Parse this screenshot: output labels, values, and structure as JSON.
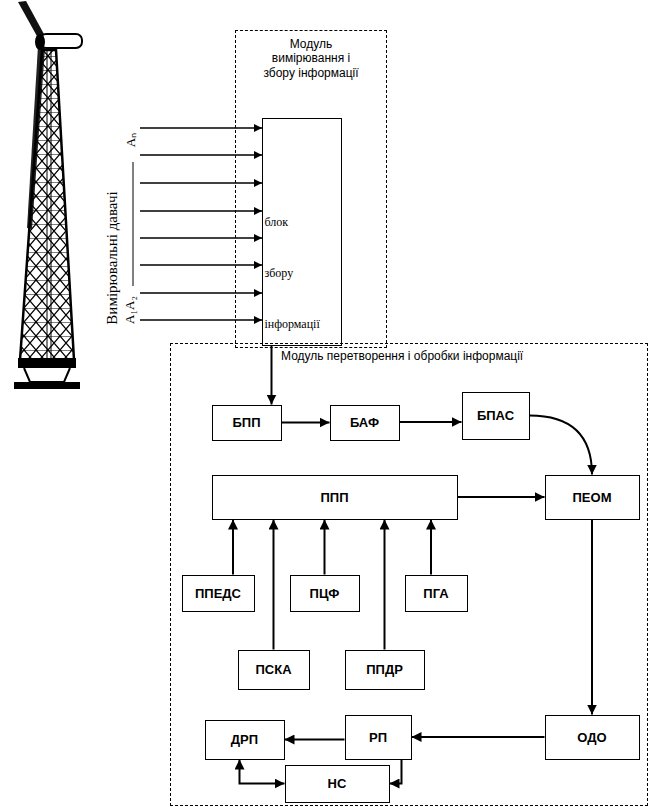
{
  "diagram": {
    "nodes": [
      {
        "text": [
          "Модуль вимірювання і збору інформації"
        ]
      },
      {
        "text": [
          "блок збору інформації"
        ],
        "in": 0
      },
      {
        "text": [
          "Модуль перетворення і обробки інформації"
        ]
      },
      {
        "text": [
          "БПП"
        ],
        "in": 2
      },
      {
        "text": [
          "БАФ"
        ],
        "in": 2
      },
      {
        "text": [
          "БПАС"
        ],
        "in": 2
      },
      {
        "text": [
          "ППП"
        ],
        "in": 2
      },
      {
        "text": [
          "ПЕОМ"
        ],
        "in": 2
      },
      {
        "text": [
          "ППЕДС"
        ],
        "in": 2
      },
      {
        "text": [
          "ПЦФ"
        ],
        "in": 2
      },
      {
        "text": [
          "ПГА"
        ],
        "in": 2
      },
      {
        "text": [
          "ПСКА"
        ],
        "in": 2
      },
      {
        "text": [
          "ППДР"
        ],
        "in": 2
      },
      {
        "text": [
          "ДРП"
        ],
        "in": 2
      },
      {
        "text": [
          "РП"
        ],
        "in": 2
      },
      {
        "text": [
          "ОДО"
        ],
        "in": 2
      },
      {
        "text": [
          "НС"
        ],
        "in": 2
      }
    ],
    "edges": [
      {
        "from": 1,
        "to": 3,
        "arrow": "to"
      },
      {
        "from": 3,
        "to": 4,
        "arrow": "to"
      },
      {
        "from": 4,
        "to": 5,
        "arrow": "to"
      },
      {
        "from": 5,
        "to": 7,
        "arrow": "to"
      },
      {
        "from": 6,
        "to": 7,
        "arrow": "to"
      },
      {
        "from": 8,
        "to": 6,
        "arrow": "to"
      },
      {
        "from": 9,
        "to": 6,
        "arrow": "to"
      },
      {
        "from": 10,
        "to": 6,
        "arrow": "to"
      },
      {
        "from": 11,
        "to": 6,
        "arrow": "to"
      },
      {
        "from": 12,
        "to": 6,
        "arrow": "to"
      },
      {
        "from": 7,
        "to": 15,
        "arrow": "to"
      },
      {
        "from": 15,
        "to": 14,
        "arrow": "to"
      },
      {
        "from": 14,
        "to": 13,
        "arrow": "to"
      },
      {
        "from": 14,
        "to": 16,
        "arrow": "to"
      },
      {
        "from": 13,
        "to": 16,
        "arrow": "both"
      }
    ],
    "labels": [
      "Вимірювальні давачі",
      "A₁A₂",
      "Aₙ"
    ]
  }
}
